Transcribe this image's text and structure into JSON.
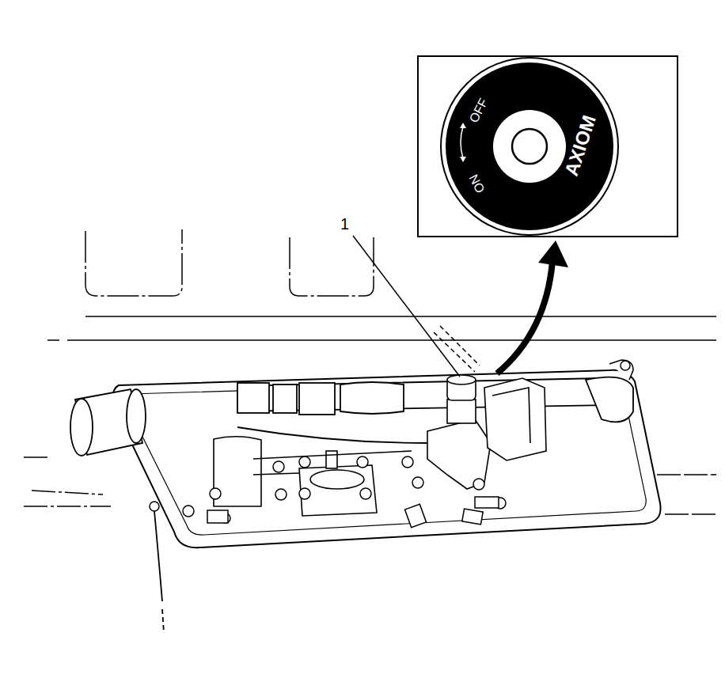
{
  "diagram": {
    "nodes": [
      {
        "text": [
          "OFF",
          "ON",
          "AXIOM"
        ]
      }
    ],
    "labels": [
      "1"
    ]
  }
}
